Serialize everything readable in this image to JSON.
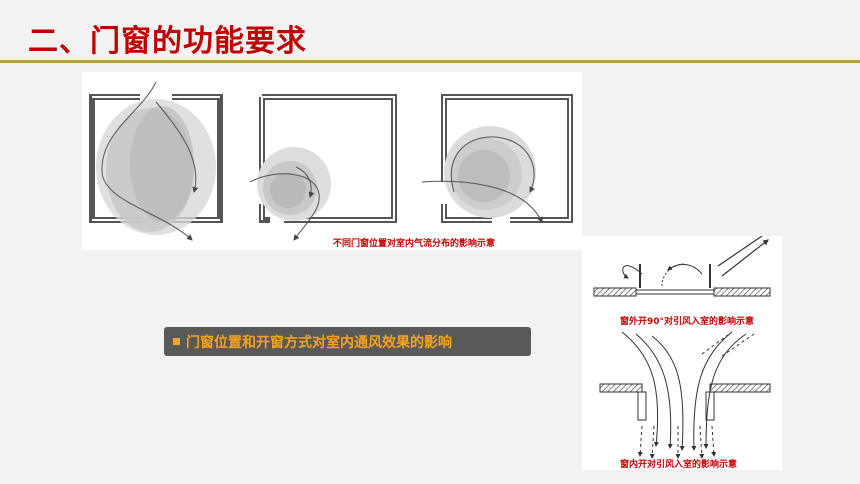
{
  "title": "二、门窗的功能要求",
  "figure1": {
    "caption": "不同门窗位置对室内气流分布的影响示意"
  },
  "figure2": {
    "caption_top": "窗外开90°对引风入室的影响示意",
    "caption_bottom": "窗内开对引风入室的影响示意"
  },
  "callout": {
    "text": "门窗位置和开窗方式对室内通风效果的影响"
  },
  "colors": {
    "title": "#c00000",
    "rule": "#b39b5a",
    "callout_bg": "#595959",
    "callout_text": "#f7a31c"
  }
}
